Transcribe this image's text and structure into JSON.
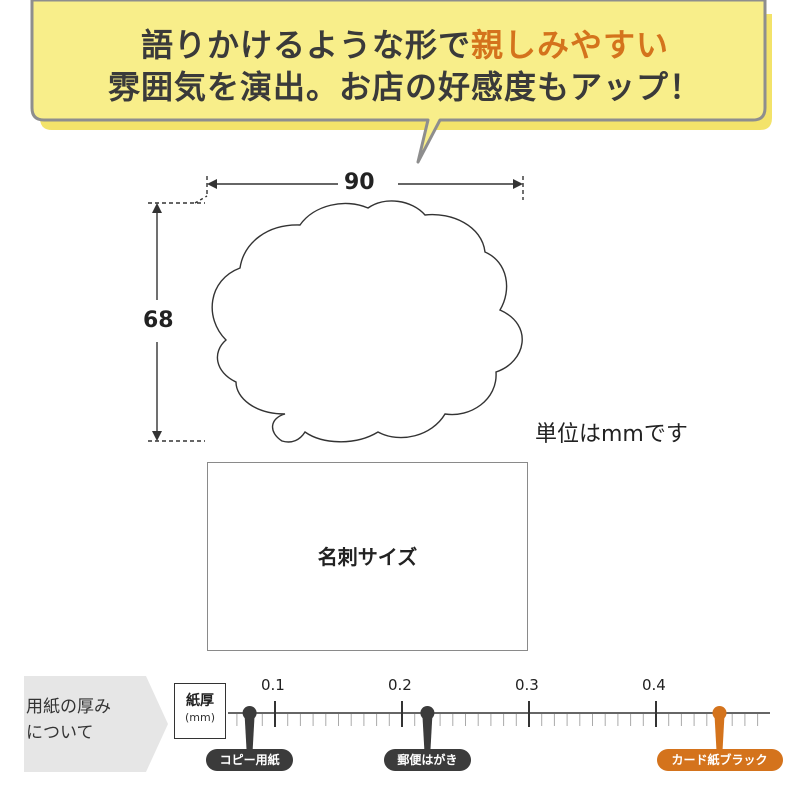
{
  "headline": {
    "line1_pre": "語りかけるような形で",
    "line1_accent": "親しみやすい",
    "line2": "雰囲気を演出。お店の好感度もアップ！",
    "accent_color": "#d4731c",
    "bubble_color": "#f8ee8a",
    "bubble_border": "#8e8e8e"
  },
  "dimensions": {
    "width": "90",
    "height": "68",
    "unit_note": "単位はmmです"
  },
  "card_size": {
    "label": "名刺サイズ"
  },
  "thickness": {
    "heading_line1": "用紙の厚み",
    "heading_line2": "について",
    "box_label": "紙厚",
    "box_unit": "(mm)",
    "scale_ticks": [
      "0.1",
      "0.2",
      "0.3",
      "0.4"
    ],
    "markers": [
      {
        "label": "コピー用紙",
        "value": 0.08,
        "color": "#3b3b3b"
      },
      {
        "label": "郵便はがき",
        "value": 0.22,
        "color": "#3b3b3b"
      },
      {
        "label": "カード紙ブラック",
        "value": 0.45,
        "color": "#d4731c"
      }
    ]
  }
}
